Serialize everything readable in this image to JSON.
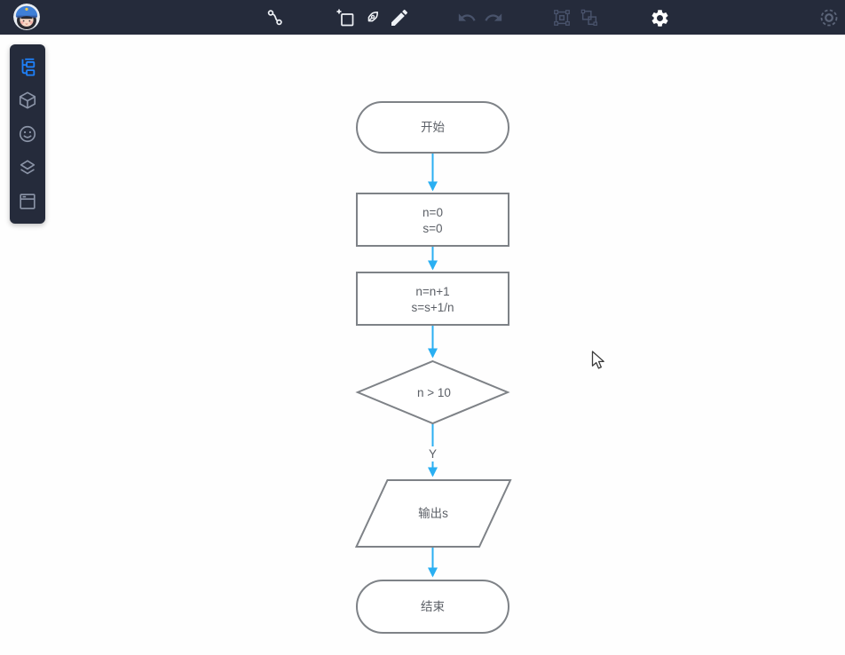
{
  "toolbar": {
    "icons": [
      "connector-tool",
      "crop-tool",
      "pen-tool",
      "pencil-tool",
      "undo",
      "redo",
      "group",
      "ungroup",
      "settings",
      "record"
    ],
    "enabled_icons": [
      "connector-tool",
      "crop-tool",
      "pen-tool",
      "pencil-tool",
      "settings"
    ],
    "disabled_icons": [
      "undo",
      "redo",
      "group",
      "ungroup",
      "record"
    ]
  },
  "sidebar": {
    "items": [
      "structure",
      "shapes",
      "emoji",
      "layers",
      "frame"
    ],
    "active_item": "structure"
  },
  "flowchart": {
    "start": "开始",
    "init_line1": "n=0",
    "init_line2": "s=0",
    "loop_line1": "n=n+1",
    "loop_line2": "s=s+1/n",
    "decision": "n > 10",
    "branch_label": "Y",
    "output": "输出s",
    "end": "结束"
  },
  "colors": {
    "toolbar_bg": "#252b3b",
    "sidebar_bg": "#252b3b",
    "active_icon_blue": "#1e80f9",
    "arrow_blue": "#2aaff2",
    "shape_border": "#7e8287",
    "shape_text": "#5b5f66",
    "canvas_bg": "#fefefe"
  }
}
